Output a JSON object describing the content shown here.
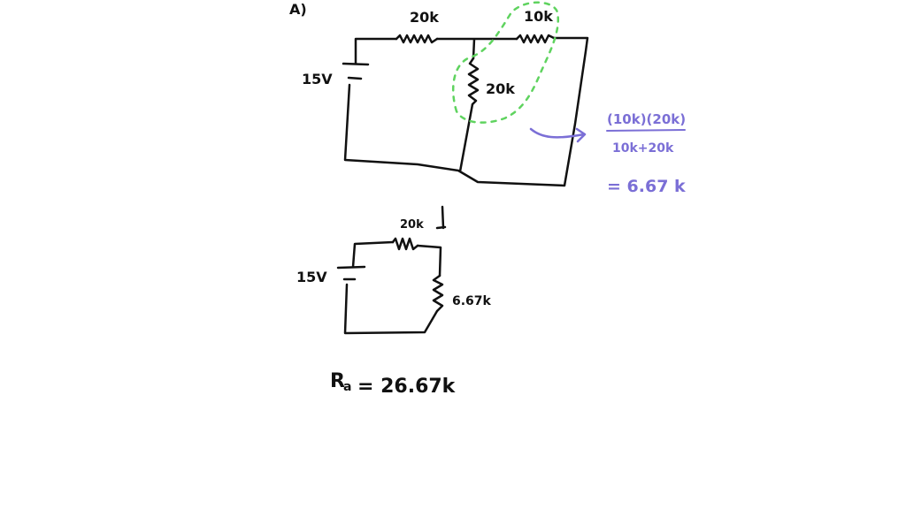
{
  "colors": {
    "ink": "#111111",
    "accent": "#7b6fd6",
    "highlight": "#5fd35f"
  },
  "part_label": "A)",
  "circuit1": {
    "source_label": "15V",
    "r_top_left": "20k",
    "r_top_right": "10k",
    "r_middle": "20k"
  },
  "calc": {
    "numerator": "(10k)(20k)",
    "denominator": "10k+20k",
    "result": "= 6.67 k"
  },
  "circuit2": {
    "source_label": "15V",
    "r_top": "20k",
    "r_right": "6.67k"
  },
  "equivalent": {
    "symbol": "R",
    "subscript": "a",
    "value": "= 26.67k"
  }
}
